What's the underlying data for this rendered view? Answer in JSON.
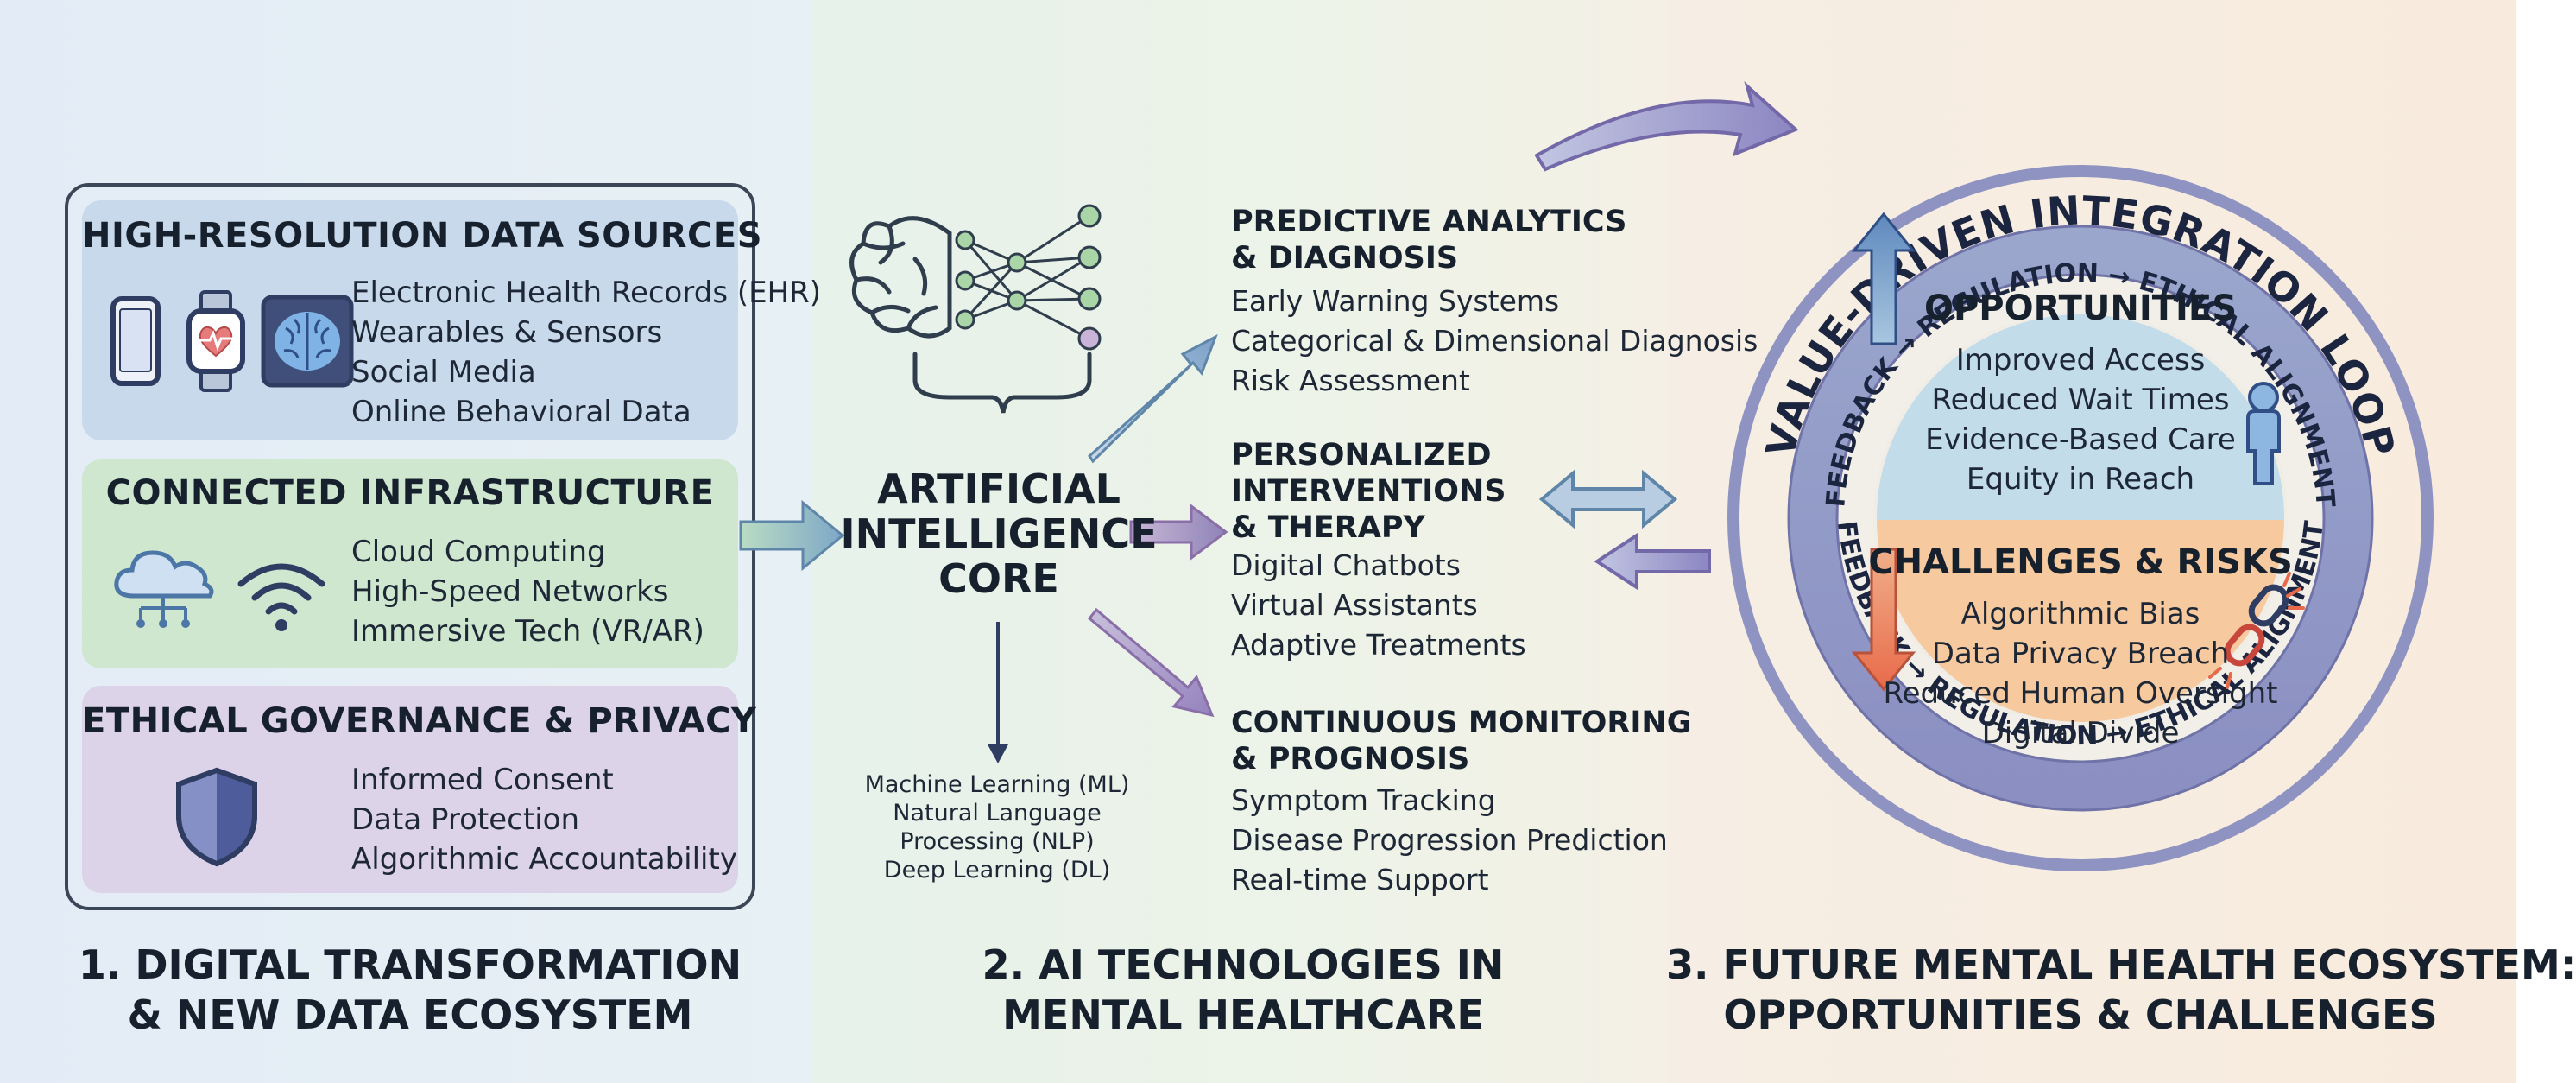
{
  "panel1": {
    "data_sources": {
      "title": "HIGH-RESOLUTION DATA SOURCES",
      "items": [
        "Electronic Health Records (EHR)",
        "Wearables & Sensors",
        "Social Media",
        "Online Behavioral Data"
      ]
    },
    "infrastructure": {
      "title": "CONNECTED INFRASTRUCTURE",
      "items": [
        "Cloud Computing",
        "High-Speed Networks",
        "Immersive Tech (VR/AR)"
      ]
    },
    "governance": {
      "title": "ETHICAL GOVERNANCE & PRIVACY",
      "items": [
        "Informed Consent",
        "Data Protection",
        "Algorithmic Accountability"
      ]
    },
    "section_title": [
      "1. DIGITAL TRANSFORMATION",
      "& NEW DATA ECOSYSTEM"
    ]
  },
  "panel2": {
    "core": [
      "ARTIFICIAL",
      "INTELLIGENCE",
      "CORE"
    ],
    "technologies": [
      "Machine Learning (ML)",
      "Natural Language",
      "Processing (NLP)",
      "Deep Learning (DL)"
    ],
    "predictive": {
      "title": [
        "PREDICTIVE ANALYTICS",
        "& DIAGNOSIS"
      ],
      "items": [
        "Early Warning Systems",
        "Categorical & Dimensional Diagnosis",
        "Risk Assessment"
      ]
    },
    "personalized": {
      "title": [
        "PERSONALIZED",
        "INTERVENTIONS",
        "& THERAPY"
      ],
      "items": [
        "Digital Chatbots",
        "Virtual Assistants",
        "Adaptive Treatments"
      ]
    },
    "monitoring": {
      "title": [
        "CONTINUOUS MONITORING",
        "& PROGNOSIS"
      ],
      "items": [
        "Symptom Tracking",
        "Disease Progression Prediction",
        "Real-time Support"
      ]
    },
    "section_title": [
      "2. AI TECHNOLOGIES IN",
      "MENTAL HEALTHCARE"
    ]
  },
  "panel3": {
    "loop_title": "VALUE-DRIVEN INTEGRATION LOOP",
    "loop_top": "FEEDBACK → REGULATION → ETHICAL ALIGNMENT",
    "loop_bottom": "FEEDBACK → REGULATION → ETHICAL ALIGNMENT",
    "opportunities": {
      "title": "OPPORTUNITIES",
      "items": [
        "Improved Access",
        "Reduced Wait Times",
        "Evidence-Based Care",
        "Equity in Reach"
      ]
    },
    "challenges": {
      "title": "CHALLENGES & RISKS",
      "items": [
        "Algorithmic Bias",
        "Data Privacy Breach",
        "Reduced Human Oversight",
        "Digital Divide"
      ]
    },
    "section_title": [
      "3. FUTURE MENTAL HEALTH ECOSYSTEM:",
      "OPPORTUNITIES & CHALLENGES"
    ]
  },
  "colors": {
    "data_sources_bg": "#c9d9ec",
    "infrastructure_bg": "#cfe6cf",
    "governance_bg": "#ddd3e8",
    "opportunities_bg": "#c2dcea",
    "challenges_bg": "#f6c99f",
    "ring": "#8f93c2",
    "arrow_blue": "#6f95bd",
    "arrow_purple": "#9d8fc0"
  },
  "icons": [
    "smartphone-icon",
    "smartwatch-heart-icon",
    "brain-scan-icon",
    "cloud-network-icon",
    "wifi-icon",
    "shield-icon",
    "brain-network-icon",
    "person-icon",
    "broken-chain-icon"
  ]
}
